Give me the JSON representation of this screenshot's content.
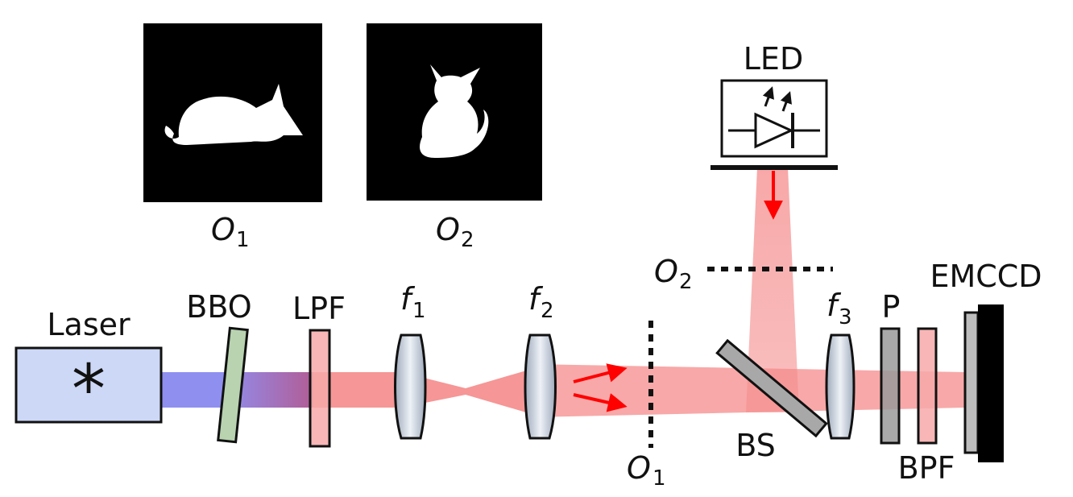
{
  "insets": {
    "o1_label": "O",
    "o1_sub": "1",
    "o2_label": "O",
    "o2_sub": "2"
  },
  "components": {
    "laser": "Laser",
    "laser_symbol": "*",
    "bbo": "BBO",
    "lpf": "LPF",
    "f1": "f",
    "f1_sub": "1",
    "f2": "f",
    "f2_sub": "2",
    "o1_plane": "O",
    "o1_plane_sub": "1",
    "o2_plane": "O",
    "o2_plane_sub": "2",
    "led": "LED",
    "bs": "BS",
    "f3": "f",
    "f3_sub": "3",
    "p": "P",
    "bpf": "BPF",
    "emccd": "EMCCD"
  },
  "colors": {
    "pump_beam": "#8f8ff0",
    "red_beam": "#f58b8b",
    "laser_box": "#cdd8f7",
    "bbo_crystal": "#b9d3b0",
    "filter": "#f7a9a9",
    "lens": "#b8c4d2",
    "arrow": "#ff0000"
  }
}
